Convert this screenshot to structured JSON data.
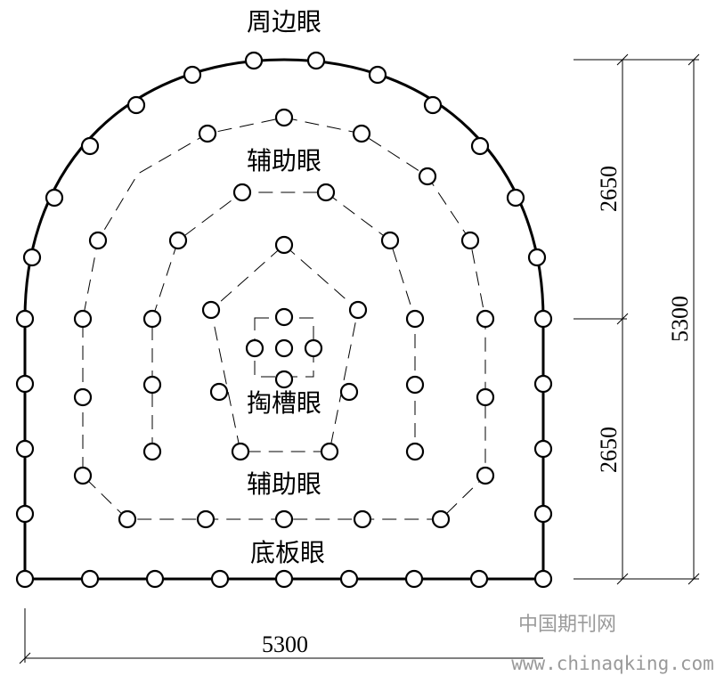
{
  "labels": {
    "perimeter": "周边眼",
    "auxiliary_upper": "辅助眼",
    "cut": "掏槽眼",
    "auxiliary_lower": "辅助眼",
    "floor": "底板眼"
  },
  "dimensions": {
    "width": "5300",
    "height_total": "5300",
    "height_upper": "2650",
    "height_lower": "2650"
  },
  "watermark": {
    "site_name": "中国期刊网",
    "url": "www.chinaqking.com"
  }
}
